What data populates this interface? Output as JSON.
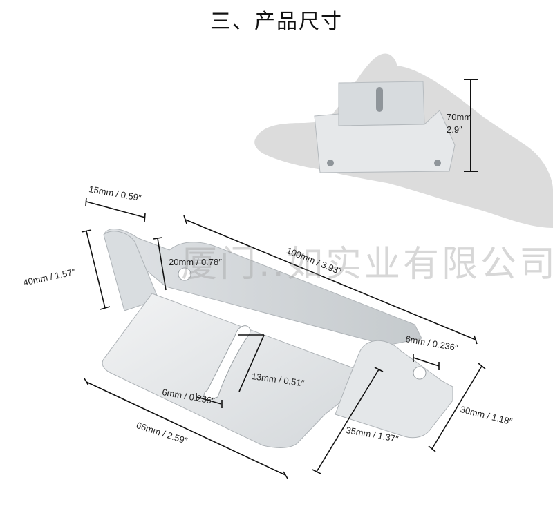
{
  "title": "三、产品尺寸",
  "watermark": "厦门..如实业有限公司",
  "dimensions": {
    "height_mm": "70mm",
    "height_in": "2.9″",
    "tab_width": "15mm / 0.59″",
    "back_height": "40mm / 1.57″",
    "hole_offset": "20mm / 0.78″",
    "length": "100mm / 3.93″",
    "hole_dia": "6mm / 0.236″",
    "slot_length": "13mm / 0.51″",
    "slot_width": "6mm / 0.236″",
    "base_width": "66mm / 2.59″",
    "depth": "35mm / 1.37″",
    "side_height": "30mm / 1.18″"
  },
  "colors": {
    "metal_light": "#e8eaec",
    "metal_mid": "#cfd3d6",
    "metal_dark": "#a9aeb2",
    "hand": "#d9d9d9",
    "line": "#111111"
  }
}
